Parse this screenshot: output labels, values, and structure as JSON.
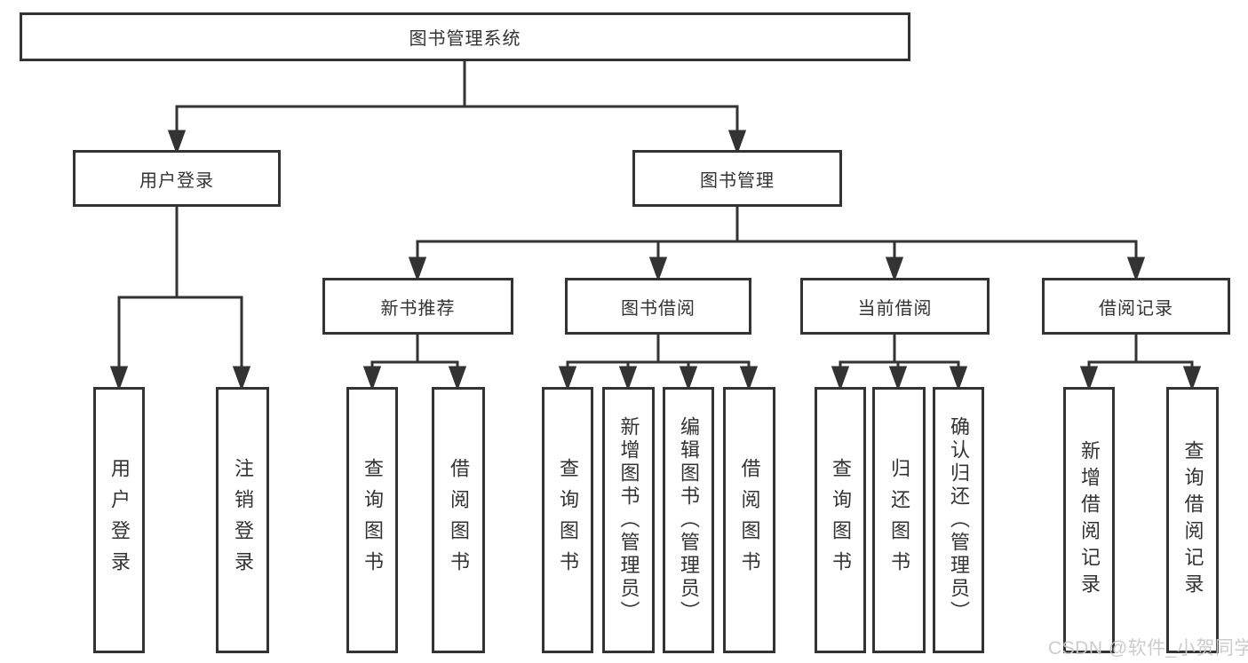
{
  "nodes": {
    "root": "图书管理系统",
    "user_login": "用户登录",
    "book_mgmt": "图书管理",
    "new_books": "新书推荐",
    "book_borrow": "图书借阅",
    "current_borrow": "当前借阅",
    "borrow_records": "借阅记录",
    "leaf_user_login": "用户登录",
    "leaf_logout": "注销登录",
    "leaf_nb_query": "查询图书",
    "leaf_nb_borrow": "借阅图书",
    "leaf_bw_query": "查询图书",
    "leaf_bw_add": "新增图书（管理员）",
    "leaf_bw_edit": "编辑图书（管理员）",
    "leaf_bw_borrow": "借阅图书",
    "leaf_cur_query": "查询图书",
    "leaf_cur_return": "归还图书",
    "leaf_cur_confirm": "确认归还（管理员）",
    "leaf_rec_add": "新增借阅记录",
    "leaf_rec_query": "查询借阅记录"
  },
  "watermark": "CSDN @软件_小贺同学",
  "colors": {
    "line": "#333333",
    "box_fill": "#ffffff",
    "text": "#333333",
    "watermark": "#c9c9c9"
  }
}
